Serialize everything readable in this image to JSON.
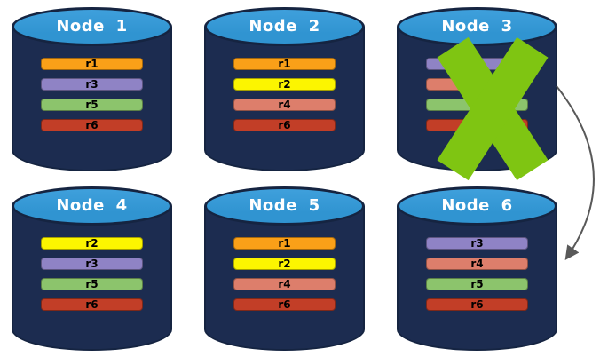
{
  "diagram": {
    "nodes": [
      {
        "id": "node-1",
        "title": "Node 1",
        "failed": false,
        "replicas": [
          {
            "label": "r1",
            "color": "#FAA018"
          },
          {
            "label": "r3",
            "color": "#8F83C5"
          },
          {
            "label": "r5",
            "color": "#8CC46C"
          },
          {
            "label": "r6",
            "color": "#C23E27"
          }
        ]
      },
      {
        "id": "node-2",
        "title": "Node 2",
        "failed": false,
        "replicas": [
          {
            "label": "r1",
            "color": "#FAA018"
          },
          {
            "label": "r2",
            "color": "#FCF500"
          },
          {
            "label": "r4",
            "color": "#DD7E6B"
          },
          {
            "label": "r6",
            "color": "#C23E27"
          }
        ]
      },
      {
        "id": "node-3",
        "title": "Node 3",
        "failed": true,
        "replicas": [
          {
            "label": "r3",
            "color": "#8F83C5"
          },
          {
            "label": "",
            "color": "#DD7E6B"
          },
          {
            "label": "",
            "color": "#8CC46C"
          },
          {
            "label": "",
            "color": "#C23E27"
          }
        ]
      },
      {
        "id": "node-4",
        "title": "Node 4",
        "failed": false,
        "replicas": [
          {
            "label": "r2",
            "color": "#FCF500"
          },
          {
            "label": "r3",
            "color": "#8F83C5"
          },
          {
            "label": "r5",
            "color": "#8CC46C"
          },
          {
            "label": "r6",
            "color": "#C23E27"
          }
        ]
      },
      {
        "id": "node-5",
        "title": "Node 5",
        "failed": false,
        "replicas": [
          {
            "label": "r1",
            "color": "#FAA018"
          },
          {
            "label": "r2",
            "color": "#FCF500"
          },
          {
            "label": "r4",
            "color": "#DD7E6B"
          },
          {
            "label": "r6",
            "color": "#C23E27"
          }
        ]
      },
      {
        "id": "node-6",
        "title": "Node 6",
        "failed": false,
        "replicas": [
          {
            "label": "r3",
            "color": "#8F83C5"
          },
          {
            "label": "r4",
            "color": "#DD7E6B"
          },
          {
            "label": "r5",
            "color": "#8CC46C"
          },
          {
            "label": "r6",
            "color": "#C23E27"
          }
        ]
      }
    ],
    "annotations": {
      "failure_cross": {
        "node": "Node 3",
        "color": "#7FC512"
      },
      "arrow": {
        "from": "Node 3",
        "to": "Node 6",
        "color": "#595959"
      }
    },
    "colors": {
      "background": "#FFFFFF",
      "cylinder_body": "#1C2C50",
      "cylinder_top": "#3094D1",
      "cylinder_border": "#152441",
      "title_text": "#FFFFFF",
      "replica_text": "#000000"
    }
  }
}
